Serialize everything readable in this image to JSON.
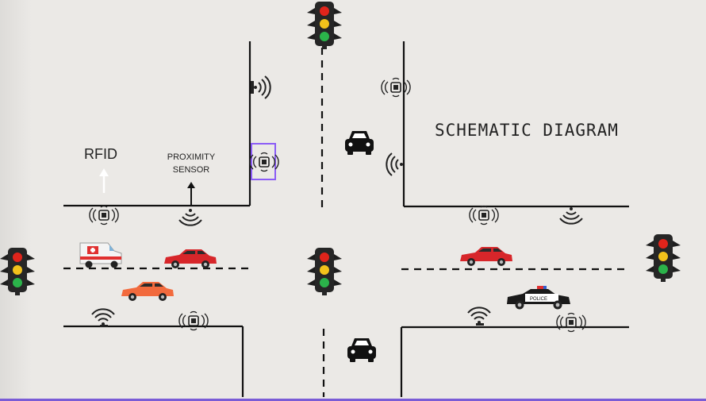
{
  "diagram": {
    "title": "SCHEMATIC DIAGRAM",
    "labels": {
      "rfid": "RFID",
      "proximity_sensor_line1": "PROXIMITY",
      "proximity_sensor_line2": "SENSOR"
    },
    "vehicles": {
      "ambulance_badge": "",
      "police_text": "POLICE"
    },
    "traffic_light_colors": {
      "red": "#e0241b",
      "yellow": "#f2c21b",
      "green": "#2bb34a",
      "housing": "#1e1e1e"
    },
    "vehicle_colors": {
      "red_car": "#d7262a",
      "orange_car": "#f26a3d",
      "ambulance_stripe": "#e03030",
      "police_body": "#1a1a1a"
    },
    "highlight_color": "#8b5cf6",
    "icons": [
      "traffic-light-icon",
      "rfid-reader-icon",
      "wifi-signal-icon",
      "car-icon",
      "ambulance-icon",
      "police-car-icon"
    ]
  }
}
